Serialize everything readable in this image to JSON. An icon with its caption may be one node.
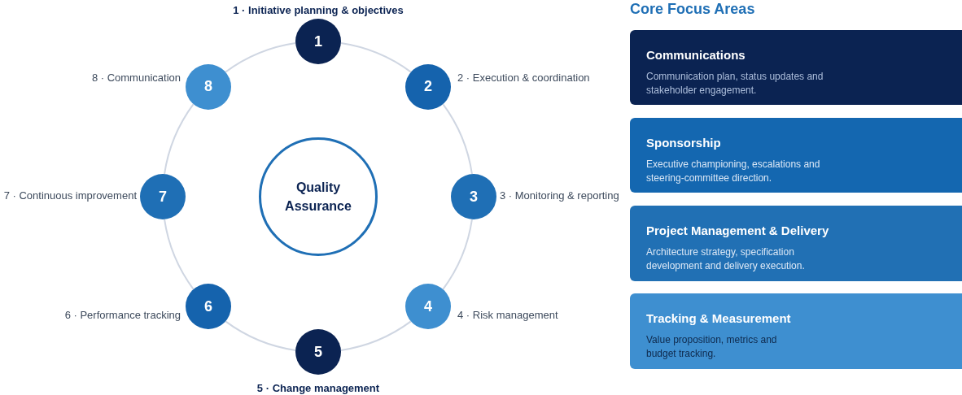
{
  "diagram": {
    "nodes": [
      {
        "text": [
          "Quality Assurance"
        ]
      },
      {
        "text": [
          "1"
        ],
        "beside": [
          "1 · Initiative planning & objectives"
        ]
      },
      {
        "text": [
          "2"
        ],
        "beside": [
          "2 · Execution & coordination"
        ]
      },
      {
        "text": [
          "3"
        ],
        "beside": [
          "3 · Monitoring & reporting"
        ]
      },
      {
        "text": [
          "4"
        ],
        "beside": [
          "4 · Risk management"
        ]
      },
      {
        "text": [
          "5"
        ],
        "beside": [
          "5 · Change management"
        ]
      },
      {
        "text": [
          "6"
        ],
        "beside": [
          "6 · Performance tracking"
        ]
      },
      {
        "text": [
          "7"
        ],
        "beside": [
          "7 · Continuous improvement"
        ]
      },
      {
        "text": [
          "8"
        ],
        "beside": [
          "8 · Communication"
        ]
      },
      {
        "text": [
          "Communications",
          "Communication plan, status updates and stakeholder engagement."
        ]
      },
      {
        "text": [
          "Sponsorship",
          "Executive championing, escalations and steering-committee direction."
        ]
      },
      {
        "text": [
          "Project Management & Delivery",
          "Architecture strategy, specification development and delivery execution."
        ]
      },
      {
        "text": [
          "Tracking & Measurement",
          "Value proposition, metrics and budget tracking."
        ]
      }
    ],
    "edges": [
      {
        "from": 1,
        "to": 2,
        "arrow": "none"
      },
      {
        "from": 2,
        "to": 3,
        "arrow": "none"
      },
      {
        "from": 3,
        "to": 4,
        "arrow": "none"
      },
      {
        "from": 4,
        "to": 5,
        "arrow": "none"
      },
      {
        "from": 5,
        "to": 6,
        "arrow": "none"
      },
      {
        "from": 6,
        "to": 7,
        "arrow": "none"
      },
      {
        "from": 7,
        "to": 8,
        "arrow": "none"
      },
      {
        "from": 8,
        "to": 1,
        "arrow": "none"
      }
    ],
    "labels": [
      "Core Focus Areas"
    ]
  }
}
